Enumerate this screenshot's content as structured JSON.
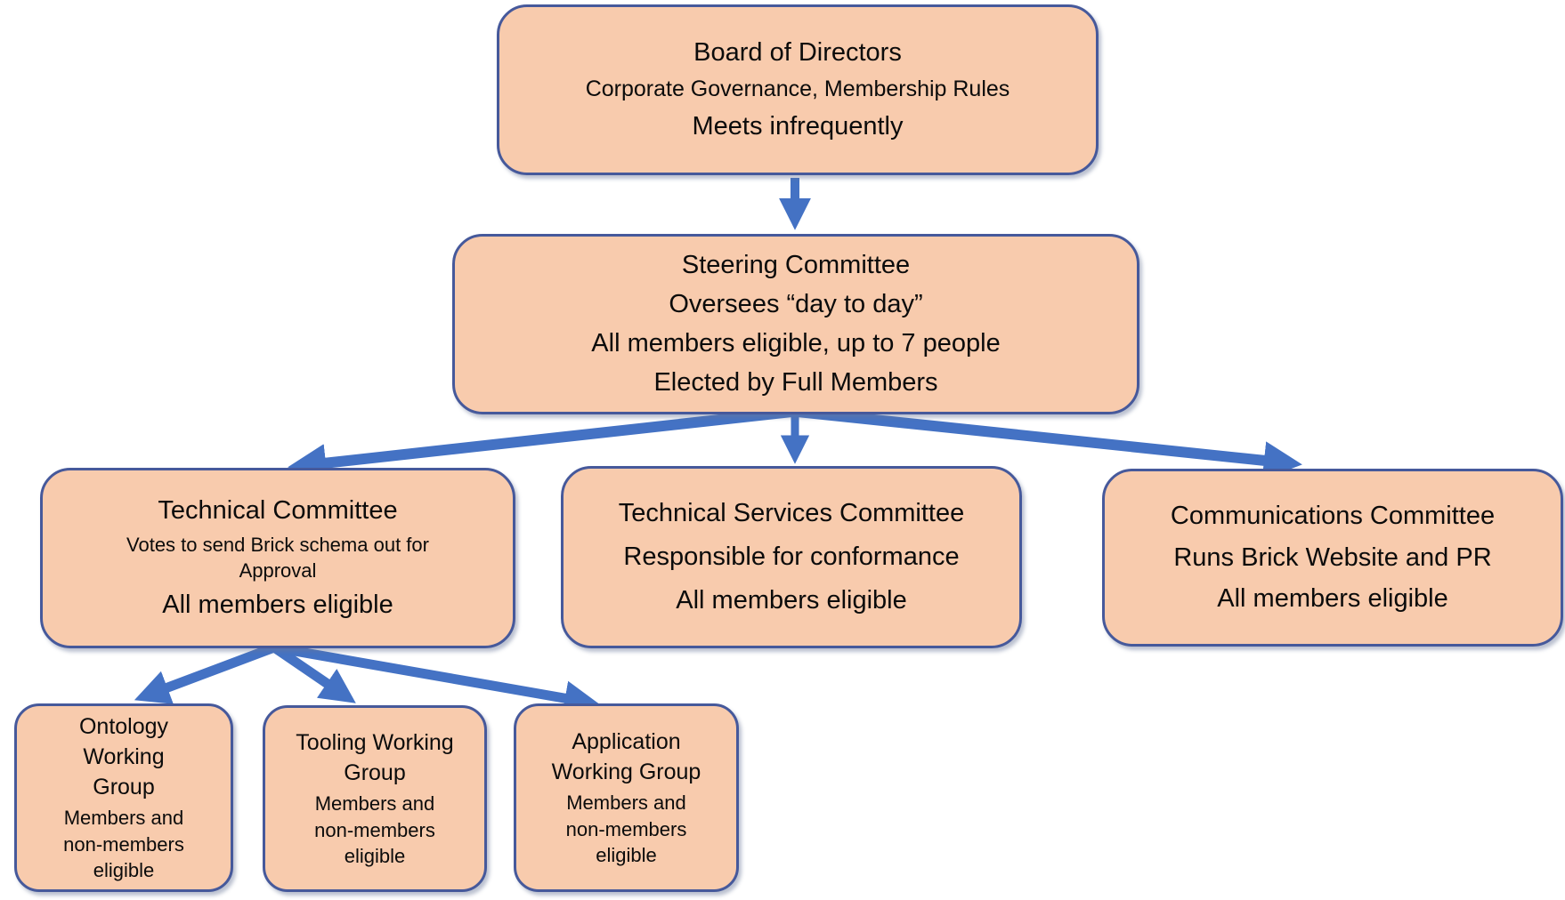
{
  "colors": {
    "box_fill": "#F8CBAD",
    "box_border": "#46599B",
    "arrow": "#4472C4",
    "text": "#0B0B0B",
    "background": "#FFFFFF"
  },
  "nodes": {
    "board": {
      "lines": [
        "Board of Directors",
        "Corporate Governance, Membership Rules",
        "Meets infrequently"
      ]
    },
    "steering": {
      "lines": [
        "Steering Committee",
        "Oversees “day to day”",
        "All members eligible, up to 7 people",
        "Elected by Full Members"
      ]
    },
    "technical": {
      "lines": [
        "Technical Committee",
        "Votes to send Brick schema out for Approval",
        "All members eligible"
      ]
    },
    "technical_services": {
      "lines": [
        "Technical Services Committee",
        "Responsible for conformance",
        "All members eligible"
      ]
    },
    "communications": {
      "lines": [
        "Communications Committee",
        "Runs Brick Website and PR",
        "All members eligible"
      ]
    },
    "ontology_wg": {
      "lines": [
        "Ontology Working Group",
        "Members and non-members eligible"
      ]
    },
    "tooling_wg": {
      "lines": [
        "Tooling Working Group",
        "Members and non-members eligible"
      ]
    },
    "application_wg": {
      "lines": [
        "Application Working Group",
        "Members and non-members eligible"
      ]
    }
  },
  "edges": [
    {
      "from": "board",
      "to": "steering"
    },
    {
      "from": "steering",
      "to": "technical"
    },
    {
      "from": "steering",
      "to": "technical_services"
    },
    {
      "from": "steering",
      "to": "communications"
    },
    {
      "from": "technical",
      "to": "ontology_wg"
    },
    {
      "from": "technical",
      "to": "tooling_wg"
    },
    {
      "from": "technical",
      "to": "application_wg"
    }
  ]
}
